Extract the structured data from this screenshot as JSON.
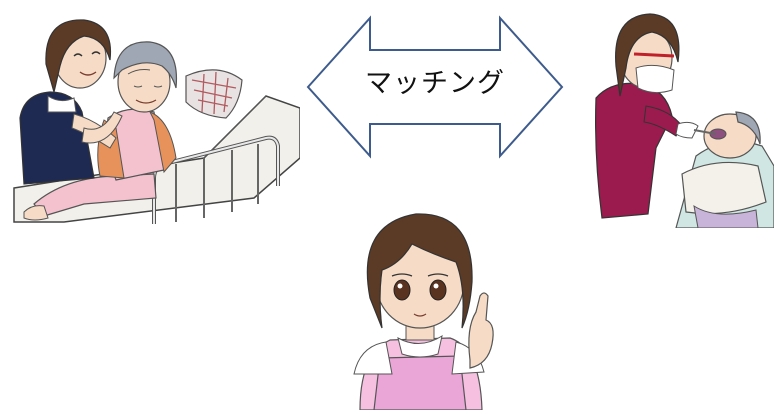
{
  "arrow": {
    "label": "マッチング",
    "stroke_color": "#3d5b8c",
    "fill_color": "#ffffff"
  },
  "scenes": {
    "left": {
      "icon": "caregiver-with-elderly-patient-illustration"
    },
    "right": {
      "icon": "dentist-treating-patient-illustration"
    },
    "bottom": {
      "icon": "nurse-guide-pointing-illustration"
    }
  },
  "colors": {
    "hair": "#5b3a26",
    "skin": "#f6dcc6",
    "navy_dress": "#1f2a52",
    "pink_pajama": "#f4c2cf",
    "orange_cardigan": "#e7925a",
    "scrubs": "#9b1b4f",
    "apron": "#e9a6d7"
  }
}
